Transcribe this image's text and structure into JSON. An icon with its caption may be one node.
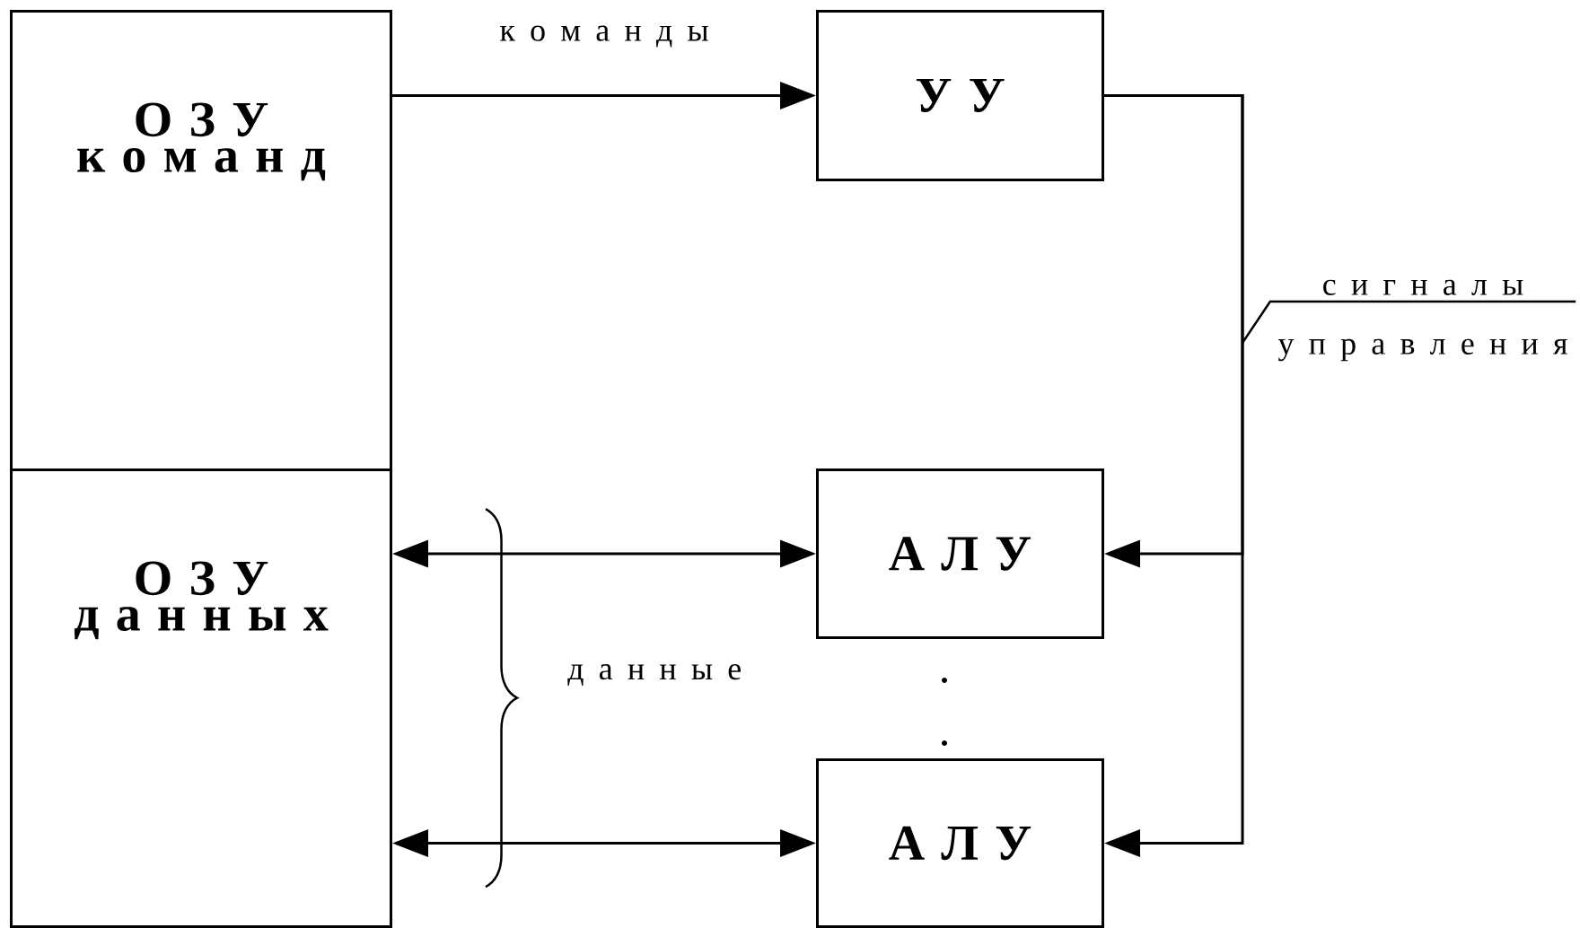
{
  "diagram": {
    "nodes": [
      {
        "text": [
          "О З У",
          "к о м а н д"
        ]
      },
      {
        "text": [
          "У У"
        ]
      },
      {
        "text": [
          "с и г н а л ы",
          "у п р а в л е н и я"
        ]
      },
      {
        "text": [
          "О З У",
          "д а н н ы х"
        ]
      },
      {
        "text": [
          "А Л У"
        ]
      },
      {
        "text": [
          "А Л У"
        ]
      }
    ],
    "edges": [
      {
        "from": 0,
        "to": 1,
        "arrow": "to",
        "label": "к о м а н д ы"
      },
      {
        "from": 1,
        "to": 4,
        "arrow": "to"
      },
      {
        "from": 1,
        "to": 5,
        "arrow": "to"
      },
      {
        "from": 3,
        "to": 4,
        "arrow": "both"
      },
      {
        "from": 3,
        "to": 5,
        "arrow": "both"
      },
      {
        "from": 2,
        "to": null,
        "arrow": "none"
      }
    ],
    "labels": [
      "д а н н ы е"
    ]
  }
}
